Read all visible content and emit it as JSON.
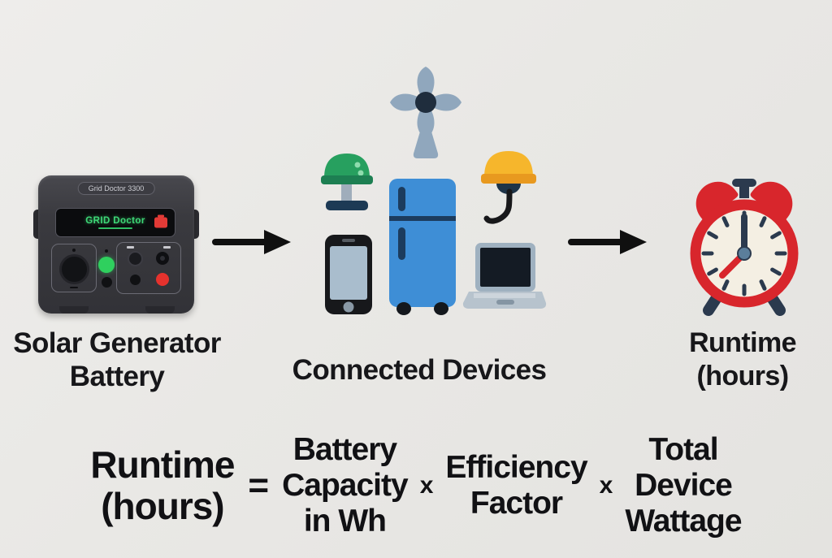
{
  "colors": {
    "background": "#e9e8e5",
    "text": "#141416",
    "arrow": "#101010",
    "generator_body": "#3a3a3f",
    "display_green": "#3ed877",
    "alert_red": "#e23a36",
    "button_green": "#2fd05e",
    "button_red": "#e5322d",
    "clock_red": "#d8262c",
    "clock_face": "#f4efe3",
    "navy": "#2b3a4e",
    "fridge_blue": "#3e8ed6",
    "lamp_green": "#27a05f",
    "lamp_yellow": "#f6b62c",
    "fan_gray": "#90a7bd"
  },
  "generator": {
    "brand_plate": "Grid Doctor 3300",
    "display_text": "GRID Doctor"
  },
  "captions": {
    "generator_line1": "Solar Generator",
    "generator_line2": "Battery",
    "devices": "Connected Devices",
    "runtime_line1": "Runtime",
    "runtime_line2": "(hours)"
  },
  "devices": {
    "icons": [
      "green-table-lamp",
      "desk-fan",
      "yellow-pendant-lamp",
      "smartphone",
      "refrigerator",
      "laptop"
    ]
  },
  "clock": {
    "hour_hand_points_to": "7",
    "minute_hand_points_to": "12"
  },
  "formula": {
    "result_line1": "Runtime",
    "result_line2": "(hours)",
    "equals_sign": "=",
    "term1_line1": "Battery",
    "term1_line2": "Capacity",
    "term1_line3": "in Wh",
    "multiply_sign_1": "x",
    "term2_line1": "Efficiency",
    "term2_line2": "Factor",
    "multiply_sign_2": "x",
    "term3_line1": "Total",
    "term3_line2": "Device",
    "term3_line3": "Wattage"
  }
}
